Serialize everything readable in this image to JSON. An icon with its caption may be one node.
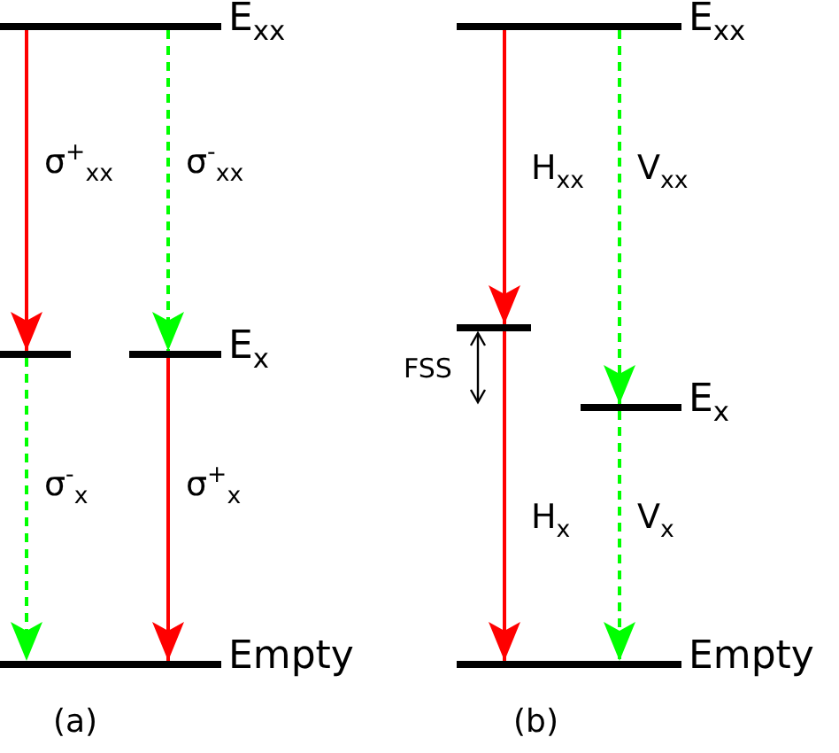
{
  "diagram": {
    "nodes": [
      {
        "text": [],
        "shape": "bar",
        "beside": [
          "E$_{xx}$"
        ]
      },
      {
        "text": [],
        "shape": "bar"
      },
      {
        "text": [],
        "shape": "bar",
        "beside": [
          "E$_{x}$"
        ]
      },
      {
        "text": [],
        "shape": "bar",
        "beside": [
          "Empty"
        ]
      },
      {
        "text": [],
        "shape": "bar",
        "beside": [
          "E$_{xx}$"
        ]
      },
      {
        "text": [],
        "shape": "bar"
      },
      {
        "text": [],
        "shape": "bar",
        "beside": [
          "E$_{x}$"
        ]
      },
      {
        "text": [],
        "shape": "bar",
        "beside": [
          "Empty"
        ]
      }
    ],
    "edges": [
      {
        "from": 0,
        "to": 1,
        "arrow": "to",
        "label": "σ$^{+}$$_{xx}$",
        "color": "#ff0000"
      },
      {
        "from": 0,
        "to": 2,
        "arrow": "to",
        "label": "σ$^{-}$$_{xx}$",
        "style": "dashed",
        "color": "#00ff00"
      },
      {
        "from": 1,
        "to": 3,
        "arrow": "to",
        "label": "σ$^{-}$$_{x}$",
        "style": "dashed",
        "color": "#00ff00"
      },
      {
        "from": 2,
        "to": 3,
        "arrow": "to",
        "label": "σ$^{+}$$_{x}$",
        "color": "#ff0000"
      },
      {
        "from": 4,
        "to": 5,
        "arrow": "to",
        "label": "H$_{xx}$",
        "color": "#ff0000"
      },
      {
        "from": 4,
        "to": 6,
        "arrow": "to",
        "label": "V$_{xx}$",
        "style": "dashed",
        "color": "#00ff00"
      },
      {
        "from": 5,
        "to": 7,
        "arrow": "to",
        "label": "H$_{x}$",
        "color": "#ff0000"
      },
      {
        "from": 6,
        "to": 7,
        "arrow": "to",
        "label": "V$_{x}$",
        "style": "dashed",
        "color": "#00ff00"
      }
    ],
    "labels": [
      "FSS",
      "(a)",
      "(b)"
    ]
  }
}
